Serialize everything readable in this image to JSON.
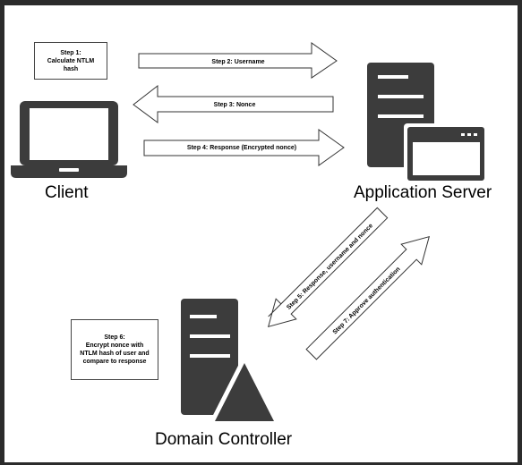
{
  "nodes": {
    "client": {
      "label": "Client",
      "icon": "laptop-icon"
    },
    "server": {
      "label": "Application Server",
      "icon": "server-icon"
    },
    "dc": {
      "label": "Domain Controller",
      "icon": "server-warning-icon"
    }
  },
  "notes": {
    "step1": {
      "title": "Step 1:",
      "lines": [
        "Calculate NTLM",
        "hash"
      ]
    },
    "step6": {
      "title": "Step 6:",
      "lines": [
        "Encrypt nonce with",
        "NTLM hash of user and",
        "compare to response"
      ]
    }
  },
  "arrows": {
    "step2": "Step 2: Username",
    "step3": "Step 3: Nonce",
    "step4": "Step 4: Response (Encrypted nonce)",
    "step5": "Step 5: Response, username and nonce",
    "step7": "Step 7: Approve authentication"
  },
  "colors": {
    "icon": "#3c3c3c",
    "frame": "#2b2b2b",
    "background": "#ffffff"
  }
}
